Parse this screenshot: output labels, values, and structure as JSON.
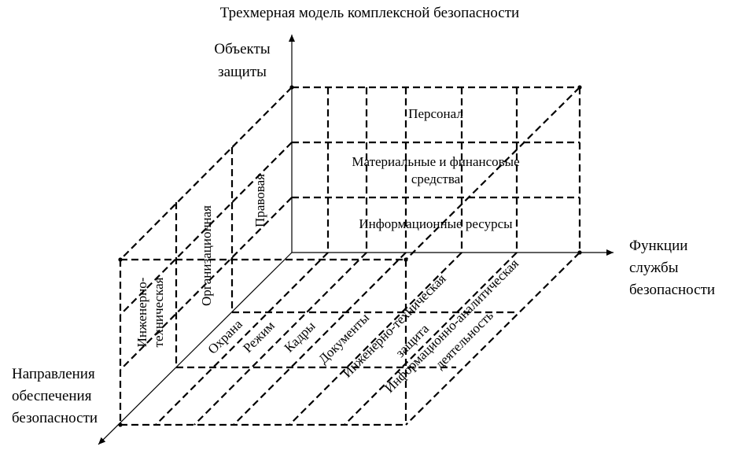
{
  "title": "Трехмерная модель комплексной безопасности",
  "axes": {
    "vertical": [
      "Объекты",
      "защиты"
    ],
    "horizontal": [
      "Функции",
      "службы",
      "безопасности"
    ],
    "depth": [
      "Направления",
      "обеспечения",
      "безопасности"
    ]
  },
  "objects": {
    "personnel": "Персонал",
    "material": [
      "Материальные и финансовые",
      "средства"
    ],
    "information": "Информационные ресурсы"
  },
  "directions": {
    "legal": "Правовая",
    "organizational": "Организационная",
    "engineering": [
      "Инженерно-",
      "техническая"
    ]
  },
  "functions": {
    "guard": "Охрана",
    "regime": "Режим",
    "personnel": "Кадры",
    "documents": "Документы",
    "engineering_protection": [
      "Инженерно-техническая",
      "защита"
    ],
    "analytics": [
      "Информационно-аналитическая",
      "деятельность"
    ]
  }
}
